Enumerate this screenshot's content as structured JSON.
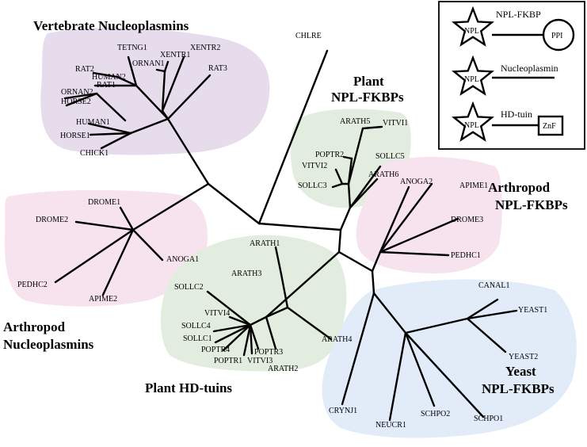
{
  "colors": {
    "purple_region": "#e6dcec",
    "pink_region": "#f6e3ee",
    "green_region": "#e3eddf",
    "blue_region": "#e2ecf9",
    "line": "#000000"
  },
  "group_labels": {
    "vertebrate_nucleoplasmins": "Vertebrate Nucleoplasmins",
    "plant_npl_fkbps_1": "Plant",
    "plant_npl_fkbps_2": "NPL-FKBPs",
    "arthropod_npl_fkbps_1": "Arthropod",
    "arthropod_npl_fkbps_2": "NPL-FKBPs",
    "arthropod_nucleoplasmins_1": "Arthropod",
    "arthropod_nucleoplasmins_2": "Nucleoplasmins",
    "plant_hd_tuins": "Plant HD-tuins",
    "yeast_npl_fkbps_1": "Yeast",
    "yeast_npl_fkbps_2": "NPL-FKBPs"
  },
  "leaves": {
    "TETNG1": "TETNG1",
    "XENTR2": "XENTR2",
    "XENTR1": "XENTR1",
    "ORNAN1": "ORNAN1",
    "RAT2": "RAT2",
    "HUMAN2": "HUMAN2",
    "RAT1": "RAT1",
    "ORNAN2": "ORNAN2",
    "HORSE2": "HORSE2",
    "RAT3": "RAT3",
    "HUMAN1": "HUMAN1",
    "HORSE1": "HORSE1",
    "CHICK1": "CHICK1",
    "CHLRE": "CHLRE",
    "ARATH5": "ARATH5",
    "VITVI1": "VITVI1",
    "POPTR2": "POPTR2",
    "SOLLC5": "SOLLC5",
    "VITVI2": "VITVI2",
    "ARATH6": "ARATH6",
    "SOLLC3": "SOLLC3",
    "ANOGA2": "ANOGA2",
    "APIME1": "APIME1",
    "DROME3": "DROME3",
    "PEDHC1": "PEDHC1",
    "DROME1": "DROME1",
    "DROME2": "DROME2",
    "ANOGA1": "ANOGA1",
    "PEDHC2": "PEDHC2",
    "APIME2": "APIME2",
    "ARATH1": "ARATH1",
    "ARATH3": "ARATH3",
    "SOLLC2": "SOLLC2",
    "VITVI4": "VITVI4",
    "SOLLC4": "SOLLC4",
    "SOLLC1": "SOLLC1",
    "POPTR4": "POPTR4",
    "POPTR3": "POPTR3",
    "POPTR1": "POPTR1",
    "VITVI3": "VITVI3",
    "ARATH4": "ARATH4",
    "ARATH2": "ARATH2",
    "CANAL1": "CANAL1",
    "YEAST1": "YEAST1",
    "YEAST2": "YEAST2",
    "CRYNJ1": "CRYNJ1",
    "NEUCR1": "NEUCR1",
    "SCHPO2": "SCHPO2",
    "SCHPO1": "SCHPO1"
  },
  "legend": {
    "row1_title": "NPL-FKBP",
    "row1_domain": "PPI",
    "row2_title": "Nucleoplasmin",
    "row3_title": "HD-tuin",
    "row3_domain": "ZnF",
    "npl_label": "NPL"
  }
}
